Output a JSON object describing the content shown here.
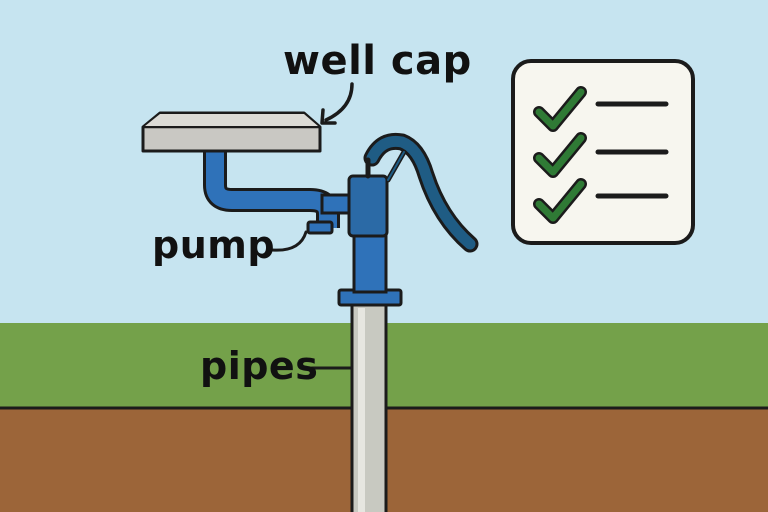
{
  "labels": {
    "well_cap": "well cap",
    "pump": "pump",
    "pipes": "pipes"
  },
  "icons": {
    "checklist": "checklist-icon",
    "check": "checkmark-icon"
  },
  "colors": {
    "sky": "#c6e4f0",
    "grass": "#74a14a",
    "soil": "#9c6539",
    "pump_blue": "#2f72b9",
    "handle_blue": "#1f5c84",
    "cap_gray": "#c9c8c3",
    "pipe_gray": "#c8c9c1",
    "check_green": "#2f7a35",
    "outline": "#1b1b1b"
  }
}
